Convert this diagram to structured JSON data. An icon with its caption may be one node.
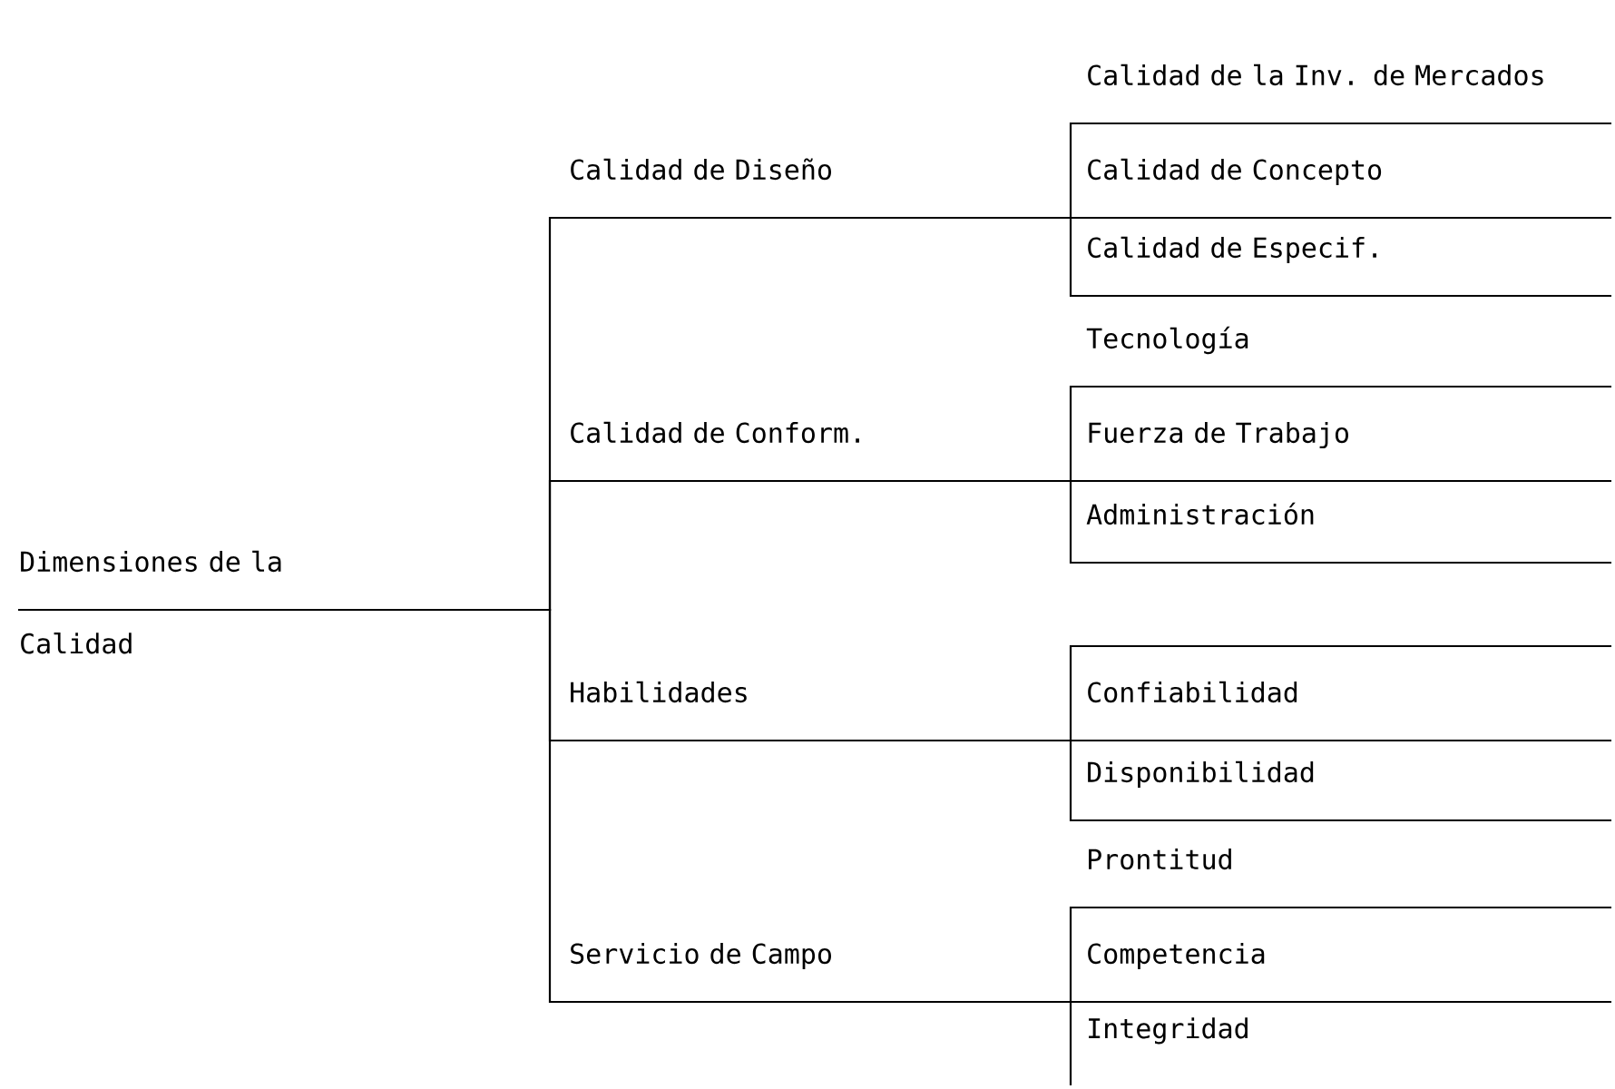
{
  "diagram": {
    "nodes": [
      {
        "text": [
          "Dimensiones de la",
          "Calidad"
        ]
      },
      {
        "text": [
          "Calidad de Diseño"
        ]
      },
      {
        "text": [
          "Calidad de la Inv. de Mercados"
        ]
      },
      {
        "text": [
          "Calidad de Concepto"
        ]
      },
      {
        "text": [
          "Calidad de Especif."
        ]
      },
      {
        "text": [
          "Calidad de Conform."
        ]
      },
      {
        "text": [
          "Tecnología"
        ]
      },
      {
        "text": [
          "Fuerza de Trabajo"
        ]
      },
      {
        "text": [
          "Administración"
        ]
      },
      {
        "text": [
          "Habilidades"
        ]
      },
      {
        "text": [
          "Confiabilidad"
        ]
      },
      {
        "text": [
          "Disponibilidad"
        ]
      },
      {
        "text": [
          "Servicio de Campo"
        ]
      },
      {
        "text": [
          "Prontitud"
        ]
      },
      {
        "text": [
          "Competencia"
        ]
      },
      {
        "text": [
          "Integridad"
        ]
      }
    ],
    "edges": [
      {
        "from": 0,
        "to": 1,
        "arrow": "none"
      },
      {
        "from": 0,
        "to": 5,
        "arrow": "none"
      },
      {
        "from": 0,
        "to": 9,
        "arrow": "none"
      },
      {
        "from": 0,
        "to": 12,
        "arrow": "none"
      },
      {
        "from": 1,
        "to": 2,
        "arrow": "none"
      },
      {
        "from": 1,
        "to": 3,
        "arrow": "none"
      },
      {
        "from": 1,
        "to": 4,
        "arrow": "none"
      },
      {
        "from": 5,
        "to": 6,
        "arrow": "none"
      },
      {
        "from": 5,
        "to": 7,
        "arrow": "none"
      },
      {
        "from": 5,
        "to": 8,
        "arrow": "none"
      },
      {
        "from": 9,
        "to": 10,
        "arrow": "none"
      },
      {
        "from": 9,
        "to": 11,
        "arrow": "none"
      },
      {
        "from": 12,
        "to": 13,
        "arrow": "none"
      },
      {
        "from": 12,
        "to": 14,
        "arrow": "none"
      },
      {
        "from": 12,
        "to": 15,
        "arrow": "none"
      }
    ]
  }
}
